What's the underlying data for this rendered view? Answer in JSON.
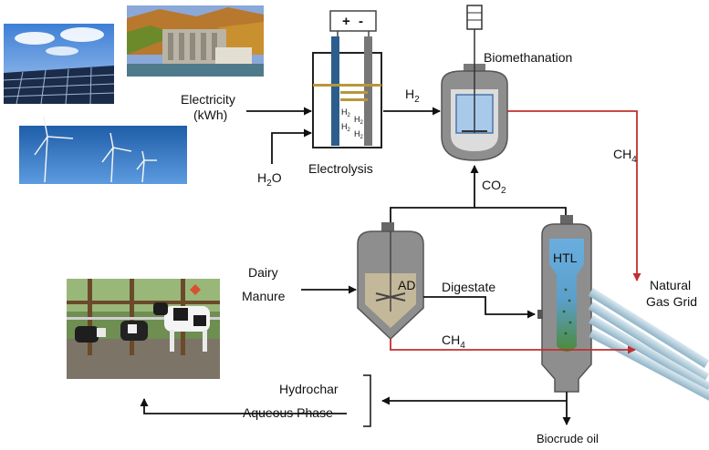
{
  "labels": {
    "electricity": "Electricity",
    "kwh": "(kWh)",
    "h2": "H",
    "h2_sub": "2",
    "h2o_h": "H",
    "h2o_sub": "2",
    "h2o_o": "O",
    "electrolysis": "Electrolysis",
    "biomethanation": "Biomethanation",
    "ch4_top": "CH",
    "ch4_top_sub": "4",
    "co2": "CO",
    "co2_sub": "2",
    "dairy": "Dairy",
    "manure": "Manure",
    "ad": "AD",
    "digestate": "Digestate",
    "htl": "HTL",
    "ch4_bottom": "CH",
    "ch4_bottom_sub": "4",
    "natural": "Natural",
    "gas_grid": "Gas Grid",
    "hydrochar": "Hydrochar",
    "aqueous": "Aqueous Phase",
    "biocrude": "Biocrude oil",
    "plus": "+",
    "minus": "-",
    "cell_h2": "H",
    "cell_h2_sub": "2"
  },
  "colors": {
    "arrow": "#111111",
    "methane_arrow": "#c0302f",
    "vessel_gray": "#8e8e8e",
    "vessel_dark": "#555555",
    "digestate_fill": "#c4b89a",
    "htl_blue": "#6aaee0",
    "htl_green": "#4d8a38",
    "electrode_blue": "#2b5e8c",
    "electrode_gray": "#777777",
    "bubble_gold": "#b8963a"
  }
}
